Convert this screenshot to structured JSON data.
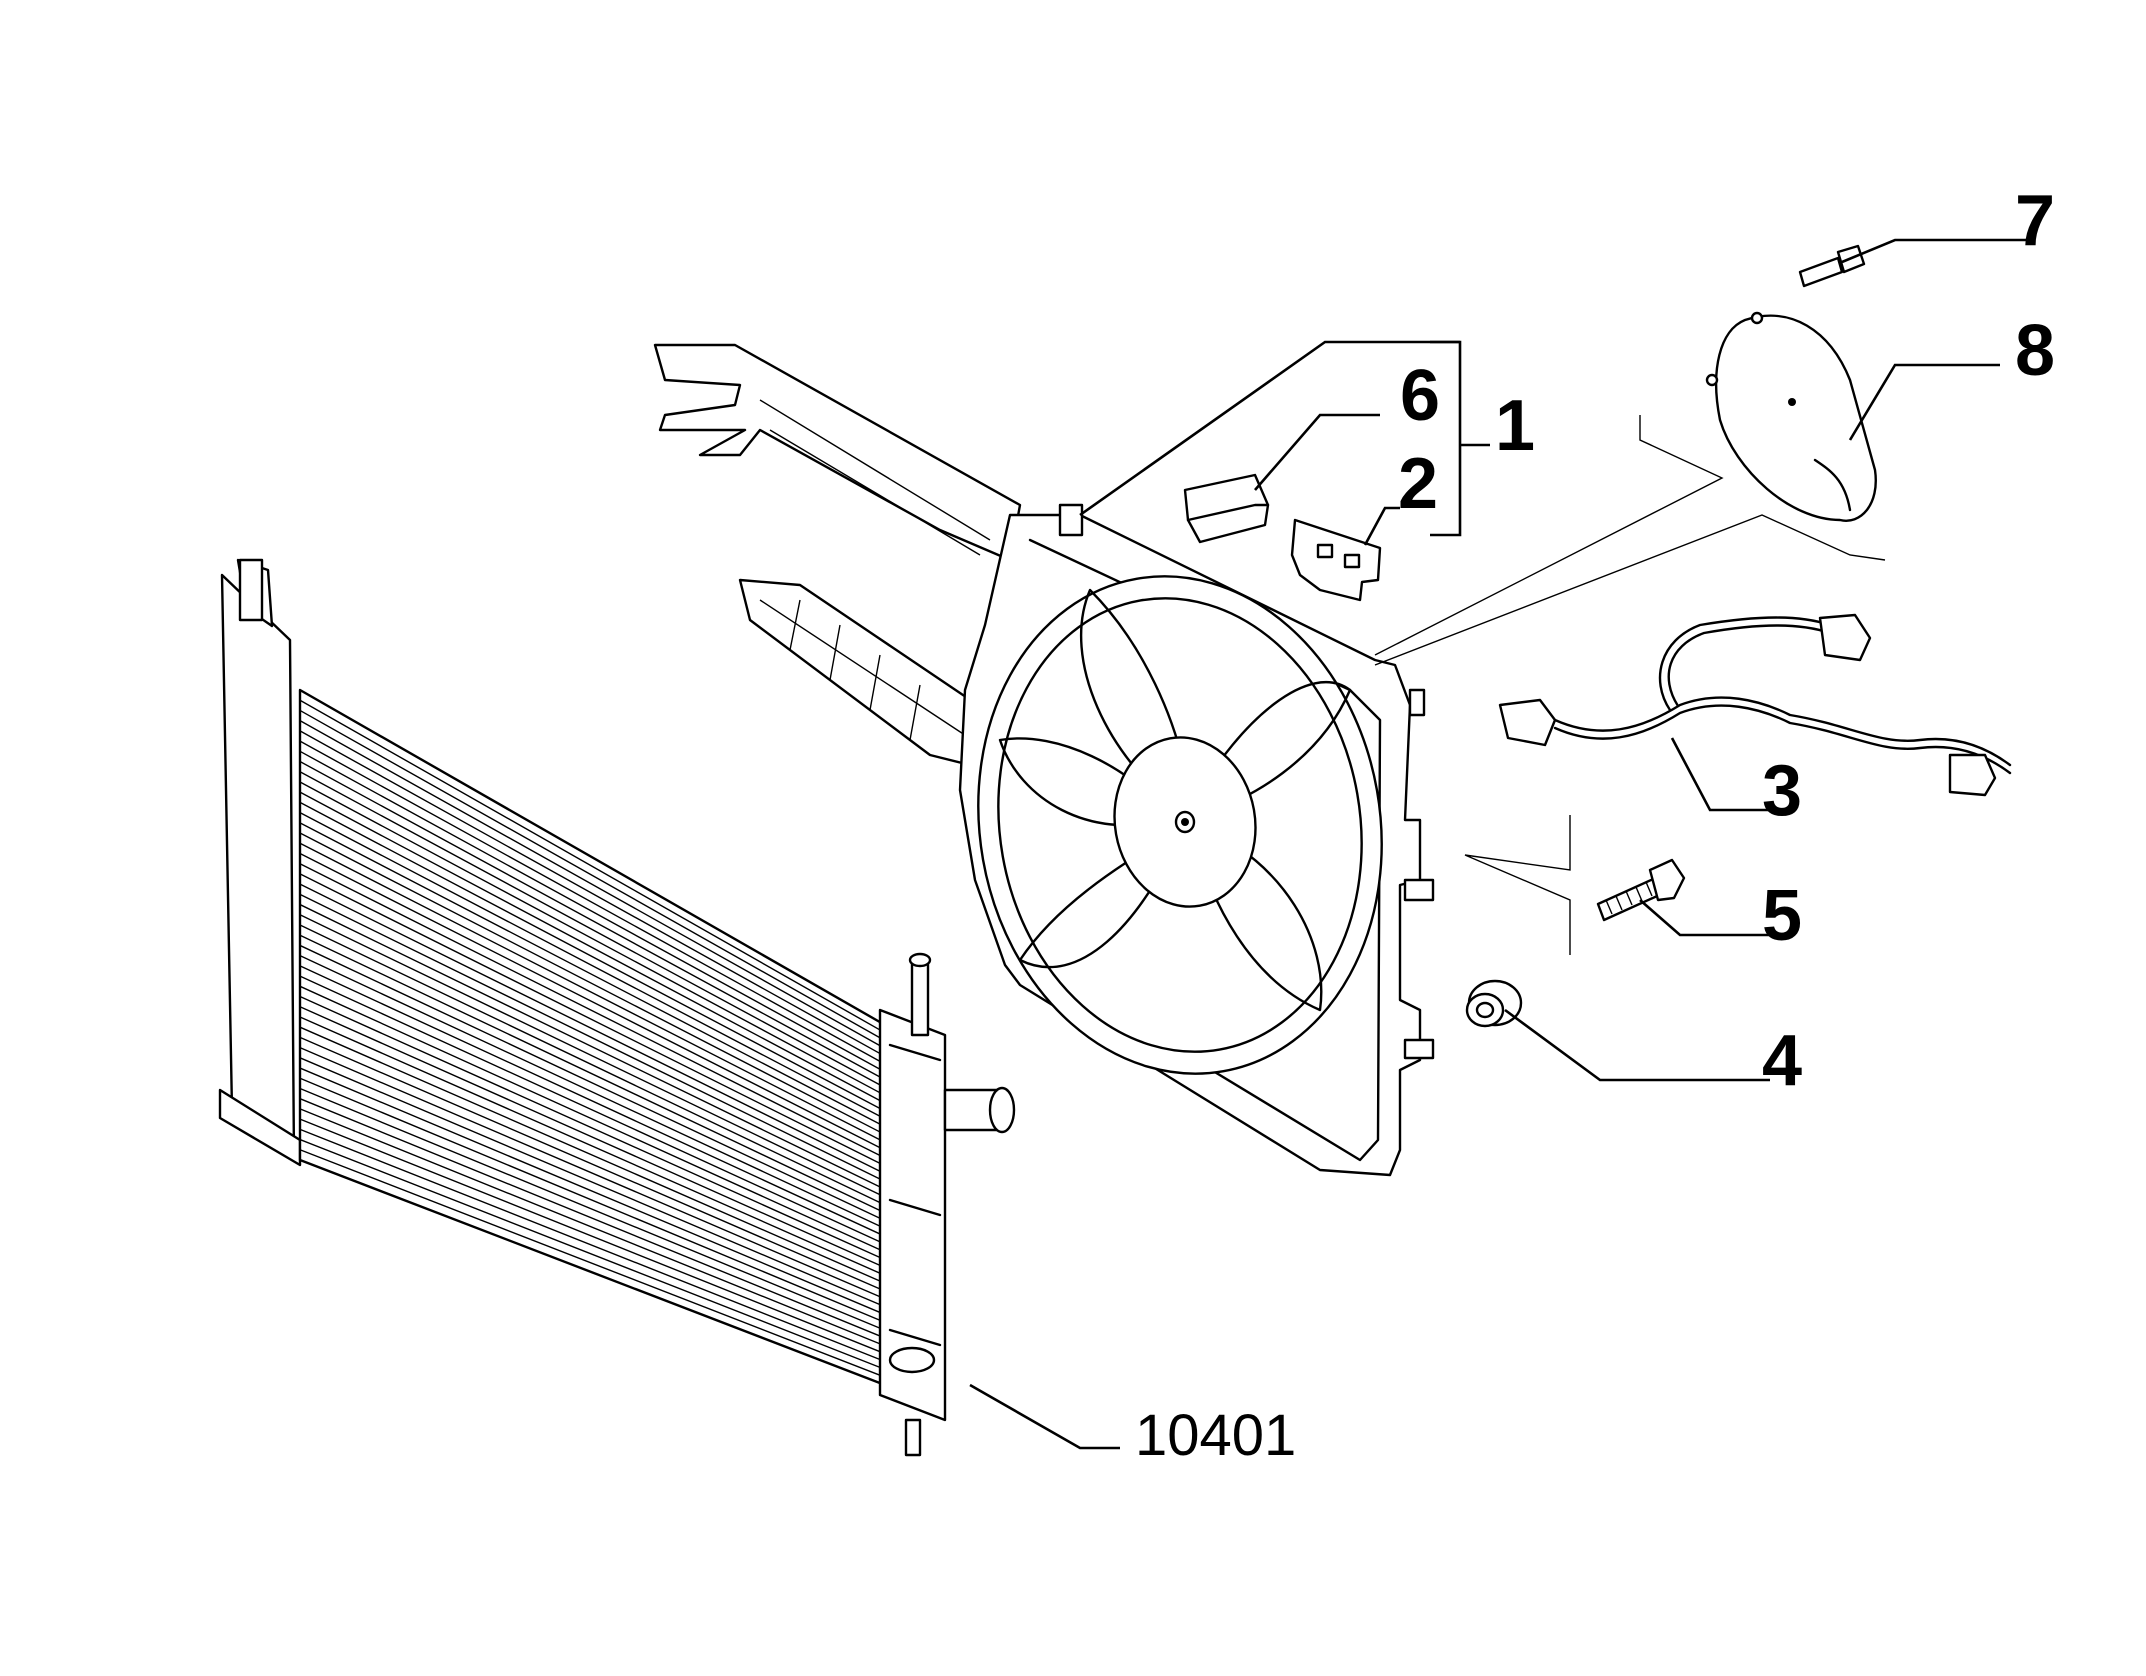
{
  "callouts": {
    "c7": "7",
    "c8": "8",
    "c6": "6",
    "c1": "1",
    "c2": "2",
    "c3": "3",
    "c5": "5",
    "c4": "4",
    "c10401": "10401"
  },
  "colors": {
    "line": "#000000",
    "background": "#ffffff"
  }
}
